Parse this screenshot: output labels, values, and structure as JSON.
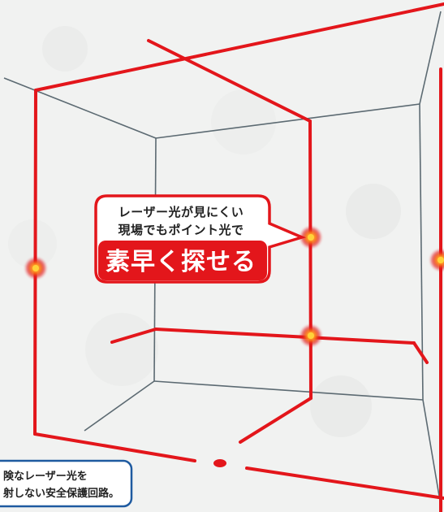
{
  "callout": {
    "line1": "レーザー光が見にくい",
    "line2": "現場でもポイント光で",
    "highlight": "素早く探せる"
  },
  "safety_note": {
    "line1": "険なレーザー光を",
    "line2": "射しない安全保護回路。"
  },
  "colors": {
    "laser": "#e3161b",
    "room_edges": "#5c6a72",
    "callout_border": "#e3161b",
    "safety_border": "#1e5aa0",
    "background": "#f1f2f1"
  }
}
